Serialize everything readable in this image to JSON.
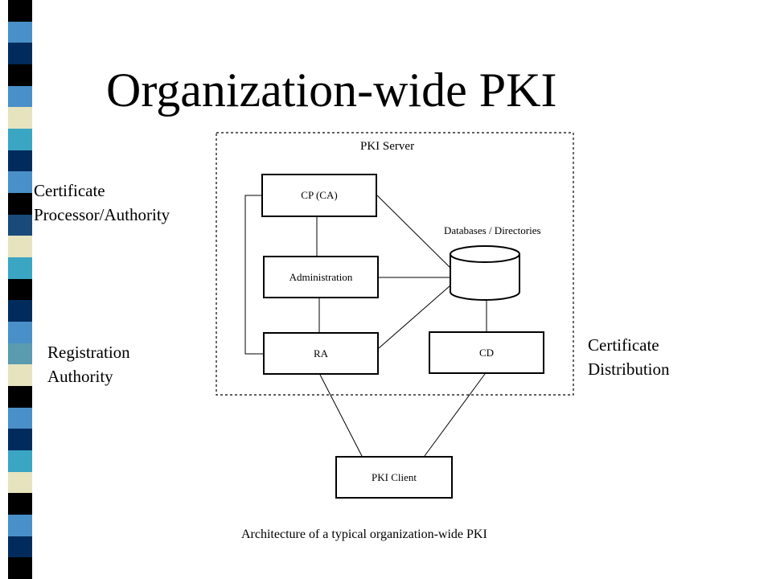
{
  "title": "Organization-wide PKI",
  "side_labels": {
    "certificate_processor": [
      "Certificate",
      "Processor/Authority"
    ],
    "registration_authority": [
      "Registration",
      "Authority"
    ],
    "certificate_distribution": [
      "Certificate",
      "Distribution"
    ]
  },
  "diagram": {
    "server_label": "PKI Server",
    "database_label": "Databases / Directories",
    "nodes": {
      "cp": "CP (CA)",
      "admin": "Administration",
      "ra": "RA",
      "cd": "CD",
      "client": "PKI Client"
    },
    "caption": "Architecture of a typical organization-wide PKI"
  },
  "colors": {
    "stripe": [
      "#000000",
      "#4a90c8",
      "#002b5c",
      "#e6e3bf",
      "#3aa6c4",
      "#1a4a7a",
      "#5a9bb0"
    ]
  }
}
